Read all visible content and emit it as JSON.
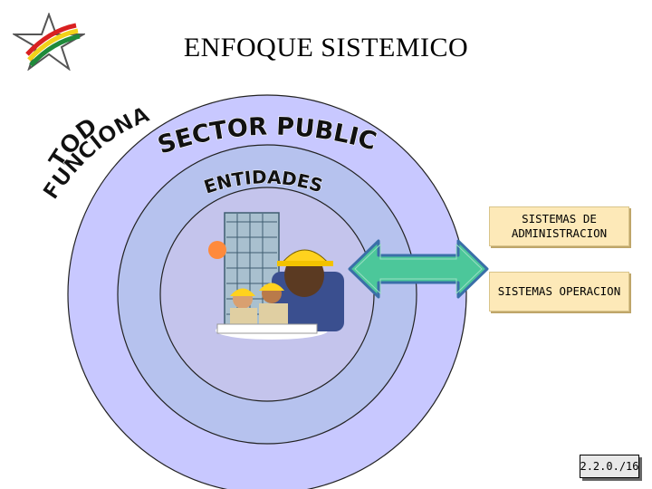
{
  "title": "ENFOQUE SISTEMICO",
  "arc_words": [
    "TODO",
    "FUNCIONAL"
  ],
  "sector_label": "SECTOR PUBLICO",
  "entities_label": "ENTIDADES",
  "boxes": {
    "admin": "SISTEMAS DE ADMINISTRACION",
    "operation": "SISTEMAS OPERACION"
  },
  "page_number": "2.2.0./16",
  "colors": {
    "outer_circle": "#c8c8ff",
    "middle_circle": "#b6c2ee",
    "inner_circle": "#c4c4ec",
    "arrow": "#4cc79a",
    "box_fill": "#fde9b8"
  },
  "icons": [
    "star-logo-icon",
    "workers-clipart",
    "double-arrow-icon"
  ]
}
